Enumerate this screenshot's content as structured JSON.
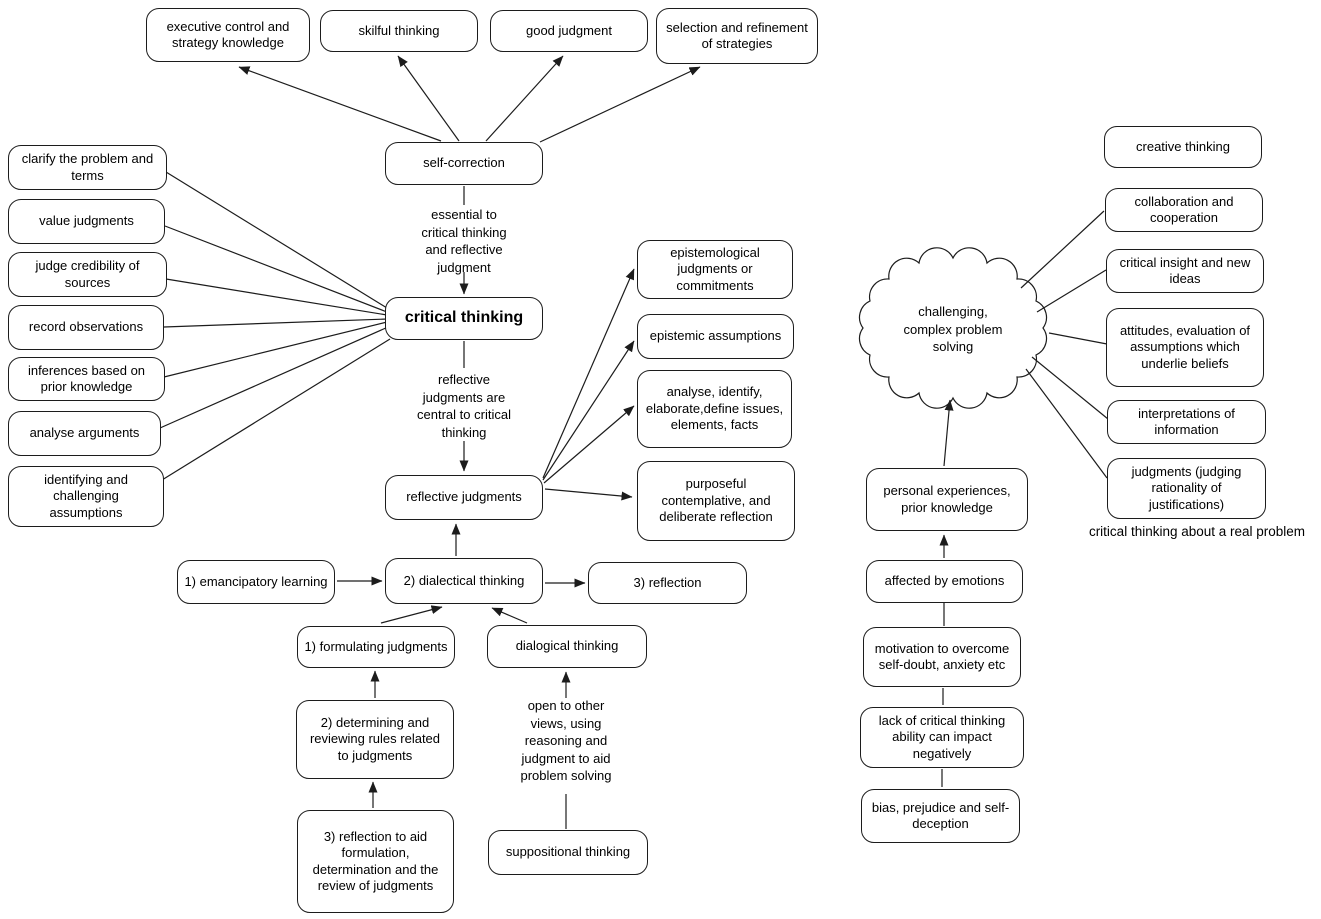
{
  "diagram": {
    "nodes": {
      "executive_control": "executive control and strategy knowledge",
      "skilful_thinking": "skilful thinking",
      "good_judgment": "good judgment",
      "selection_refinement": "selection and refinement of strategies",
      "self_correction": "self-correction",
      "critical_thinking": "critical thinking",
      "reflective_judgments": "reflective judgments",
      "clarify_problem": "clarify the problem and terms",
      "value_judgments": "value judgments",
      "judge_credibility": "judge credibility of sources",
      "record_observations": "record observations",
      "inferences_prior": "inferences based on prior knowledge",
      "analyse_arguments": "analyse arguments",
      "identifying_assumptions": "identifying and challenging assumptions",
      "epistemological_judgments": "epistemological judgments or commitments",
      "epistemic_assumptions": "epistemic assumptions",
      "analyse_identify": "analyse, identify, elaborate,define issues, elements, facts",
      "purposeful_reflection": "purposeful contemplative, and deliberate reflection",
      "emancipatory_learning": "1) emancipatory learning",
      "dialectical_thinking": "2) dialectical thinking",
      "reflection_step": "3) reflection",
      "formulating_judgments": "1) formulating judgments",
      "determining_rules": "2) determining and reviewing rules related to judgments",
      "reflection_to_aid": "3) reflection to aid formulation, determination and the review of judgments",
      "dialogical_thinking": "dialogical thinking",
      "suppositional_thinking": "suppositional thinking",
      "challenging_problem_solving": "challenging, complex problem solving",
      "creative_thinking": "creative thinking",
      "collaboration_cooperation": "collaboration and cooperation",
      "critical_insight": "critical insight and new ideas",
      "attitudes_evaluation": "attitudes, evaluation of assumptions which underlie beliefs",
      "interpretations_information": "interpretations of information",
      "judgments_rationality": "judgments (judging rationality of justifications)",
      "personal_experiences": "personal experiences, prior knowledge",
      "affected_by_emotions": "affected by emotions",
      "motivation_overcome": "motivation to overcome self-doubt, anxiety etc",
      "lack_of_critical": "lack of critical thinking ability can impact negatively",
      "bias_prejudice": "bias, prejudice and self-deception"
    },
    "annotations": {
      "essential_to": "essential to critical thinking and reflective judgment",
      "reflective_central": "reflective judgments are central to critical thinking",
      "open_to_other": "open to other views, using reasoning and judgment to aid problem solving",
      "caption": "critical thinking about a real problem"
    },
    "edges": [
      {
        "from": "self_correction",
        "to": "executive_control",
        "arrow": true
      },
      {
        "from": "self_correction",
        "to": "skilful_thinking",
        "arrow": true
      },
      {
        "from": "self_correction",
        "to": "good_judgment",
        "arrow": true
      },
      {
        "from": "self_correction",
        "to": "selection_refinement",
        "arrow": true
      },
      {
        "from": "self_correction",
        "to": "critical_thinking",
        "arrow": true,
        "label": "essential_to"
      },
      {
        "from": "critical_thinking",
        "to": "reflective_judgments",
        "arrow": true,
        "label": "reflective_central"
      },
      {
        "from": "clarify_problem",
        "to": "critical_thinking",
        "arrow": false
      },
      {
        "from": "value_judgments",
        "to": "critical_thinking",
        "arrow": false
      },
      {
        "from": "judge_credibility",
        "to": "critical_thinking",
        "arrow": false
      },
      {
        "from": "record_observations",
        "to": "critical_thinking",
        "arrow": false
      },
      {
        "from": "inferences_prior",
        "to": "critical_thinking",
        "arrow": false
      },
      {
        "from": "analyse_arguments",
        "to": "critical_thinking",
        "arrow": false
      },
      {
        "from": "identifying_assumptions",
        "to": "critical_thinking",
        "arrow": false
      },
      {
        "from": "reflective_judgments",
        "to": "epistemological_judgments",
        "arrow": true
      },
      {
        "from": "reflective_judgments",
        "to": "epistemic_assumptions",
        "arrow": true
      },
      {
        "from": "reflective_judgments",
        "to": "analyse_identify",
        "arrow": true
      },
      {
        "from": "reflective_judgments",
        "to": "purposeful_reflection",
        "arrow": true
      },
      {
        "from": "dialectical_thinking",
        "to": "reflective_judgments",
        "arrow": true
      },
      {
        "from": "emancipatory_learning",
        "to": "dialectical_thinking",
        "arrow": true
      },
      {
        "from": "dialectical_thinking",
        "to": "reflection_step",
        "arrow": true
      },
      {
        "from": "formulating_judgments",
        "to": "dialectical_thinking",
        "arrow": true
      },
      {
        "from": "dialogical_thinking",
        "to": "dialectical_thinking",
        "arrow": true
      },
      {
        "from": "determining_rules",
        "to": "formulating_judgments",
        "arrow": true
      },
      {
        "from": "reflection_to_aid",
        "to": "determining_rules",
        "arrow": true
      },
      {
        "from": "suppositional_thinking",
        "to": "dialogical_thinking",
        "arrow": true,
        "label": "open_to_other"
      },
      {
        "from": "personal_experiences",
        "to": "challenging_problem_solving",
        "arrow": true
      },
      {
        "from": "affected_by_emotions",
        "to": "personal_experiences",
        "arrow": true
      },
      {
        "from": "motivation_overcome",
        "to": "affected_by_emotions",
        "arrow": false
      },
      {
        "from": "lack_of_critical",
        "to": "motivation_overcome",
        "arrow": false
      },
      {
        "from": "bias_prejudice",
        "to": "lack_of_critical",
        "arrow": false
      },
      {
        "from": "challenging_problem_solving",
        "to": "collaboration_cooperation",
        "arrow": false
      },
      {
        "from": "challenging_problem_solving",
        "to": "critical_insight",
        "arrow": false
      },
      {
        "from": "challenging_problem_solving",
        "to": "attitudes_evaluation",
        "arrow": false
      },
      {
        "from": "challenging_problem_solving",
        "to": "interpretations_information",
        "arrow": false
      },
      {
        "from": "challenging_problem_solving",
        "to": "judgments_rationality",
        "arrow": false
      }
    ]
  }
}
